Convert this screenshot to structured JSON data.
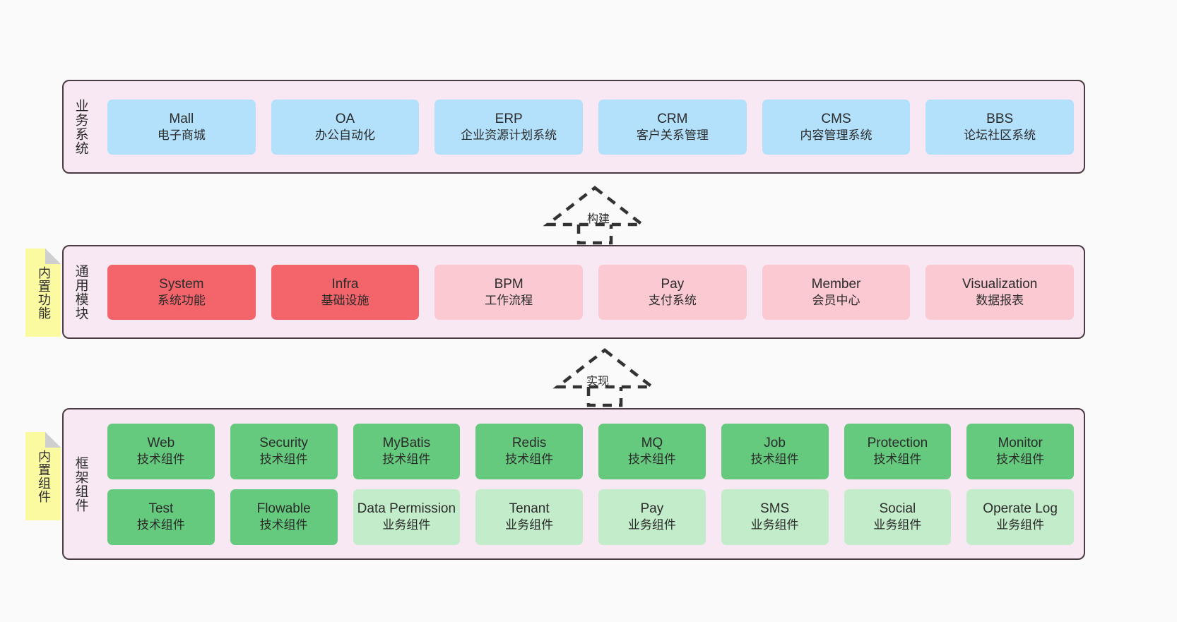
{
  "layers": {
    "business": {
      "title": "业务系统",
      "cards": [
        {
          "en": "Mall",
          "cn": "电子商城",
          "color": "#b3e0fb"
        },
        {
          "en": "OA",
          "cn": "办公自动化",
          "color": "#b3e0fb"
        },
        {
          "en": "ERP",
          "cn": "企业资源计划系统",
          "color": "#b3e0fb"
        },
        {
          "en": "CRM",
          "cn": "客户关系管理",
          "color": "#b3e0fb"
        },
        {
          "en": "CMS",
          "cn": "内容管理系统",
          "color": "#b3e0fb"
        },
        {
          "en": "BBS",
          "cn": "论坛社区系统",
          "color": "#b3e0fb"
        }
      ]
    },
    "modules": {
      "title": "通用模块",
      "cards": [
        {
          "en": "System",
          "cn": "系统功能",
          "color": "#f4646b"
        },
        {
          "en": "Infra",
          "cn": "基础设施",
          "color": "#f4646b"
        },
        {
          "en": "BPM",
          "cn": "工作流程",
          "color": "#fbc9d1"
        },
        {
          "en": "Pay",
          "cn": "支付系统",
          "color": "#fbc9d1"
        },
        {
          "en": "Member",
          "cn": "会员中心",
          "color": "#fbc9d1"
        },
        {
          "en": "Visualization",
          "cn": "数据报表",
          "color": "#fbc9d1"
        }
      ]
    },
    "framework": {
      "title": "框架组件",
      "row1": [
        {
          "en": "Web",
          "cn": "技术组件",
          "color": "#65ca7e"
        },
        {
          "en": "Security",
          "cn": "技术组件",
          "color": "#65ca7e"
        },
        {
          "en": "MyBatis",
          "cn": "技术组件",
          "color": "#65ca7e"
        },
        {
          "en": "Redis",
          "cn": "技术组件",
          "color": "#65ca7e"
        },
        {
          "en": "MQ",
          "cn": "技术组件",
          "color": "#65ca7e"
        },
        {
          "en": "Job",
          "cn": "技术组件",
          "color": "#65ca7e"
        },
        {
          "en": "Protection",
          "cn": "技术组件",
          "color": "#65ca7e"
        },
        {
          "en": "Monitor",
          "cn": "技术组件",
          "color": "#65ca7e"
        }
      ],
      "row2": [
        {
          "en": "Test",
          "cn": "技术组件",
          "color": "#65ca7e"
        },
        {
          "en": "Flowable",
          "cn": "技术组件",
          "color": "#65ca7e"
        },
        {
          "en": "Data Permission",
          "cn": "业务组件",
          "color": "#c3ecca"
        },
        {
          "en": "Tenant",
          "cn": "业务组件",
          "color": "#c3ecca"
        },
        {
          "en": "Pay",
          "cn": "业务组件",
          "color": "#c3ecca"
        },
        {
          "en": "SMS",
          "cn": "业务组件",
          "color": "#c3ecca"
        },
        {
          "en": "Social",
          "cn": "业务组件",
          "color": "#c3ecca"
        },
        {
          "en": "Operate Log",
          "cn": "业务组件",
          "color": "#c3ecca"
        }
      ]
    }
  },
  "notes": {
    "builtin_function": "内置功能",
    "builtin_component": "内置组件"
  },
  "arrows": {
    "build": "构建",
    "implement": "实现"
  },
  "colors": {
    "canvas_background": "#fafafa",
    "layer_background": "#f8e8f3",
    "layer_border": "#4a3a42",
    "note_background": "#fcfaa0",
    "note_fold": "#cfcfcf",
    "business_card": "#b3e0fb",
    "module_core_card": "#f4646b",
    "module_card": "#fbc9d1",
    "tech_component_card": "#65ca7e",
    "business_component_card": "#c3ecca",
    "arrow_stroke": "#333333",
    "text": "#2b2b2b"
  }
}
